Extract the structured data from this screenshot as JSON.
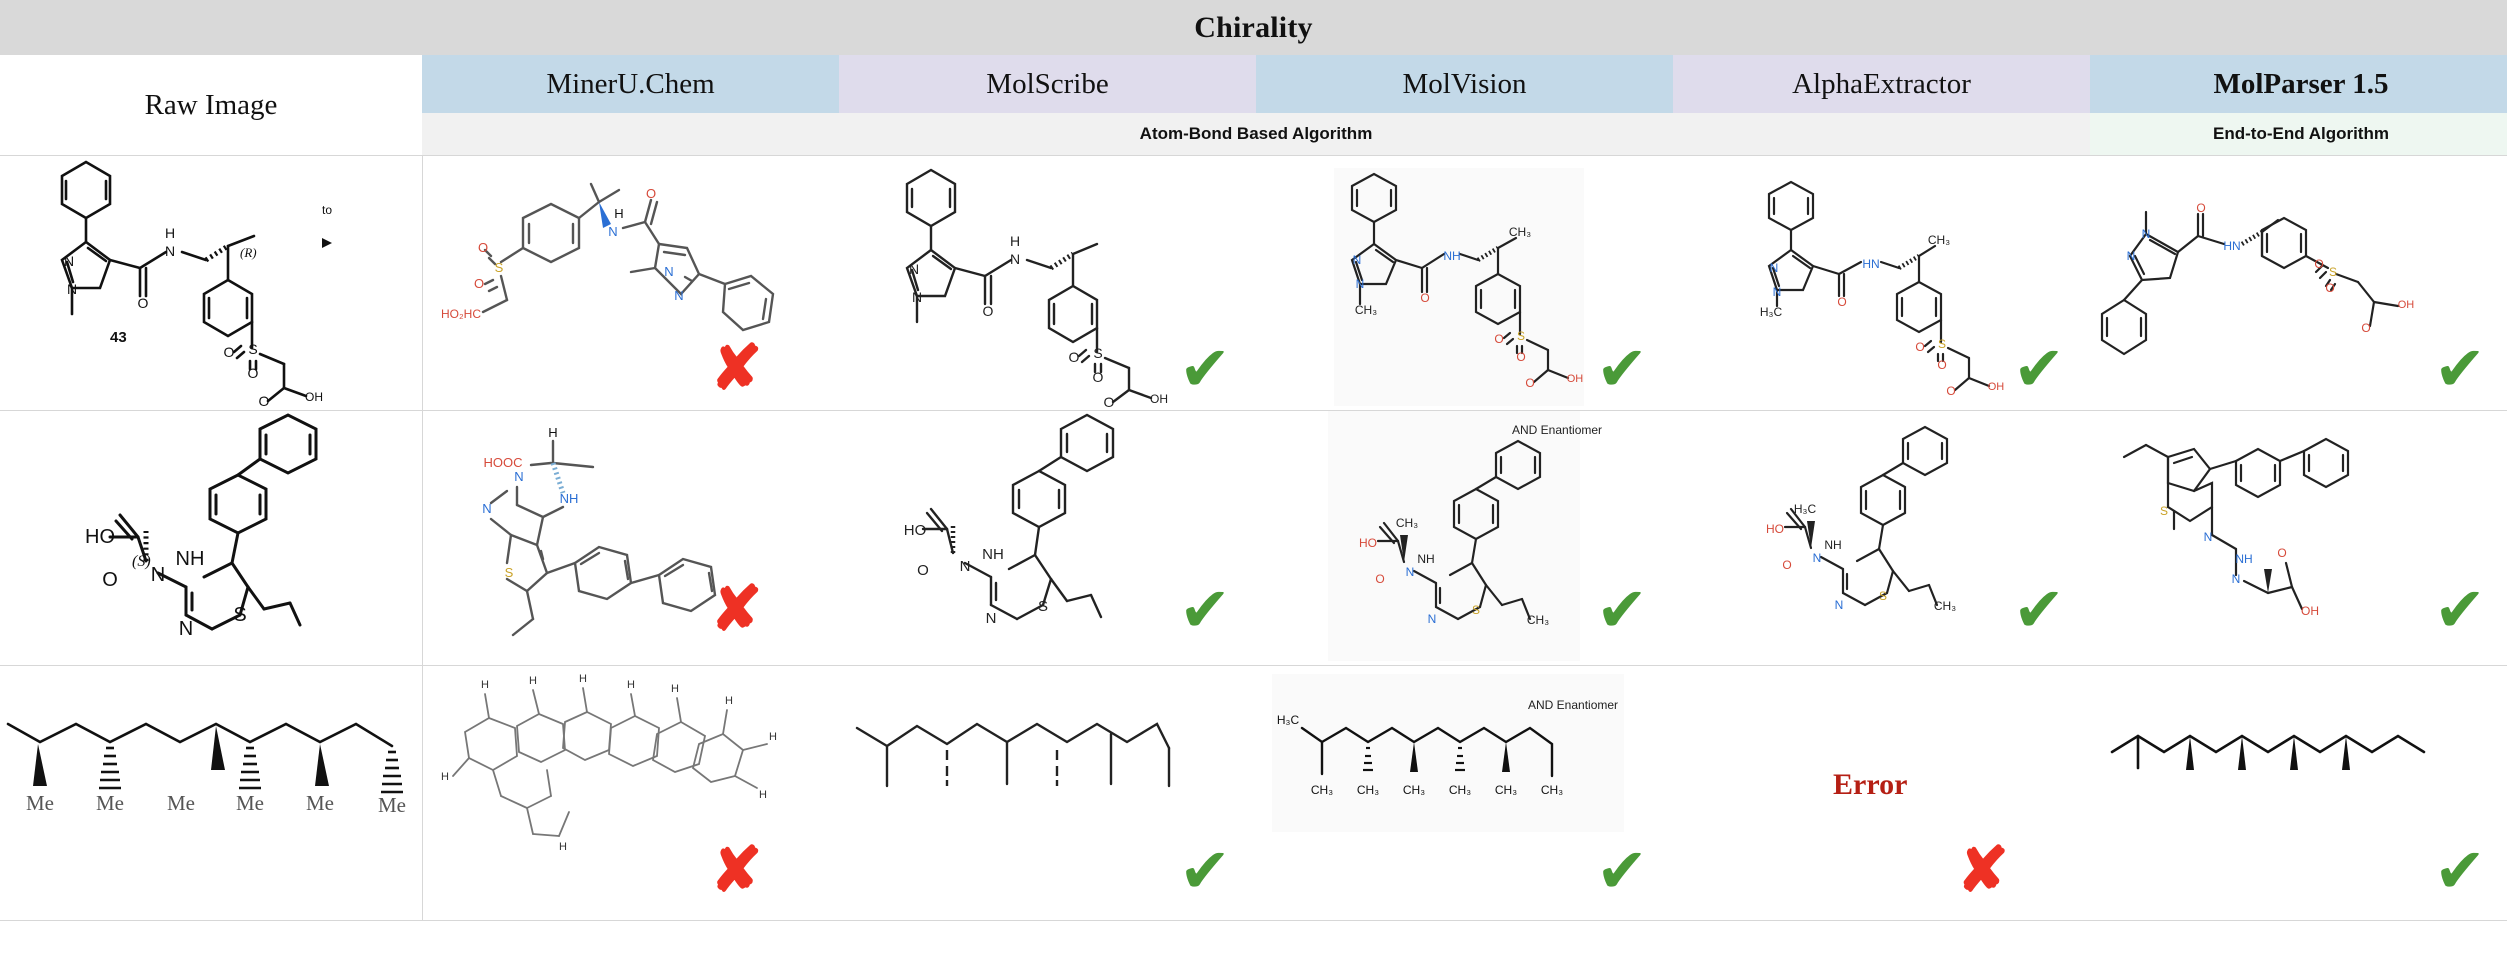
{
  "title_band": {
    "title": "Chirality"
  },
  "columns": {
    "raw_label": "Raw Image",
    "methods": [
      {
        "name": "MinerU.Chem",
        "style": "blue",
        "bold": false
      },
      {
        "name": "MolScribe",
        "style": "purple",
        "bold": false
      },
      {
        "name": "MolVision",
        "style": "blue",
        "bold": false
      },
      {
        "name": "AlphaExtractor",
        "style": "purple",
        "bold": false
      },
      {
        "name": "MolParser 1.5",
        "style": "blue",
        "bold": true
      }
    ]
  },
  "algorithm_row": {
    "atom_bond": "Atom-Bond Based Algorithm",
    "end_to_end": "End-to-End Algorithm",
    "atom_bond_span": 4,
    "end_to_end_span": 1
  },
  "marks": {
    "correct": "✔",
    "incorrect": "✘",
    "error_text": "Error"
  },
  "colors": {
    "header_blue": "#c3d9e8",
    "header_purple": "#dfdcec",
    "title_band": "#d9d9d9",
    "atom_bond_bg": "#f1f1f1",
    "end_to_end_bg": "#eef7f1",
    "check_green": "#4a9a38",
    "cross_red": "#ee3124",
    "error_red": "#b51f14",
    "grid_line": "#d7d7d7",
    "nitrogen_blue": "#2b6fd4",
    "oxygen_red": "#d64a3a",
    "sulfur_gold": "#c9a227"
  },
  "rows": [
    {
      "id": "row-1",
      "raw": {
        "labels": [
          "43",
          "to"
        ],
        "atom_labels": [
          "H",
          "N",
          "N",
          "N",
          "O",
          "(R)",
          "S",
          "O",
          "O",
          "O",
          "OH"
        ]
      },
      "cells": [
        {
          "method": "MinerU.Chem",
          "result": "incorrect",
          "atom_labels": [
            "H",
            "O",
            "N",
            "N",
            "N",
            "S",
            "O",
            "O",
            "HO2HC"
          ],
          "boxed": false,
          "note": ""
        },
        {
          "method": "MolScribe",
          "result": "correct",
          "atom_labels": [
            "H",
            "N",
            "N",
            "N",
            "O",
            "S",
            "O",
            "O",
            "O",
            "OH"
          ],
          "boxed": false,
          "note": ""
        },
        {
          "method": "MolVision",
          "result": "correct",
          "atom_labels": [
            "N",
            "N",
            "CH3",
            "NH",
            "CH3",
            "O",
            "S",
            "O",
            "O",
            "O",
            "OH"
          ],
          "boxed": true,
          "note": ""
        },
        {
          "method": "AlphaExtractor",
          "result": "correct",
          "atom_labels": [
            "N",
            "N",
            "H3C",
            "HN",
            "CH3",
            "O",
            "S",
            "O",
            "O",
            "O",
            "OH"
          ],
          "boxed": false,
          "note": ""
        },
        {
          "method": "MolParser 1.5",
          "result": "correct",
          "atom_labels": [
            "N",
            "N",
            "O",
            "HN",
            "S",
            "O",
            "O",
            "O",
            "OH"
          ],
          "boxed": false,
          "note": ""
        }
      ]
    },
    {
      "id": "row-2",
      "raw": {
        "labels": [],
        "atom_labels": [
          "HO",
          "(S)",
          "NH",
          "O",
          "N",
          "N",
          "S"
        ]
      },
      "cells": [
        {
          "method": "MinerU.Chem",
          "result": "incorrect",
          "atom_labels": [
            "H",
            "HOOC",
            "NH",
            "N",
            "N",
            "S"
          ],
          "boxed": false,
          "note": ""
        },
        {
          "method": "MolScribe",
          "result": "correct",
          "atom_labels": [
            "HO",
            "NH",
            "O",
            "N",
            "N",
            "S"
          ],
          "boxed": false,
          "note": ""
        },
        {
          "method": "MolVision",
          "result": "correct",
          "atom_labels": [
            "CH3",
            "HO",
            "NH",
            "O",
            "N",
            "N",
            "S",
            "CH3"
          ],
          "boxed": true,
          "note": "AND Enantiomer"
        },
        {
          "method": "AlphaExtractor",
          "result": "correct",
          "atom_labels": [
            "H3C",
            "HO",
            "NH",
            "O",
            "N",
            "N",
            "S",
            "CH3"
          ],
          "boxed": false,
          "note": ""
        },
        {
          "method": "MolParser 1.5",
          "result": "correct",
          "atom_labels": [
            "S",
            "N",
            "N",
            "NH",
            "O",
            "OH"
          ],
          "boxed": false,
          "note": ""
        }
      ]
    },
    {
      "id": "row-3",
      "raw": {
        "labels": [],
        "atom_labels": [
          "Me",
          "Me",
          "Me",
          "Me",
          "Me",
          "Me"
        ]
      },
      "cells": [
        {
          "method": "MinerU.Chem",
          "result": "incorrect",
          "atom_labels": [
            "H",
            "H",
            "H",
            "H",
            "H",
            "H",
            "H"
          ],
          "boxed": false,
          "note": ""
        },
        {
          "method": "MolScribe",
          "result": "correct",
          "atom_labels": [],
          "boxed": false,
          "note": ""
        },
        {
          "method": "MolVision",
          "result": "correct",
          "atom_labels": [
            "H3C",
            "CH3",
            "CH3",
            "CH3",
            "CH3",
            "CH3",
            "CH3"
          ],
          "boxed": true,
          "note": "AND Enantiomer"
        },
        {
          "method": "AlphaExtractor",
          "result": "incorrect",
          "atom_labels": [],
          "boxed": false,
          "note": "Error"
        },
        {
          "method": "MolParser 1.5",
          "result": "correct",
          "atom_labels": [],
          "boxed": false,
          "note": ""
        }
      ]
    }
  ]
}
